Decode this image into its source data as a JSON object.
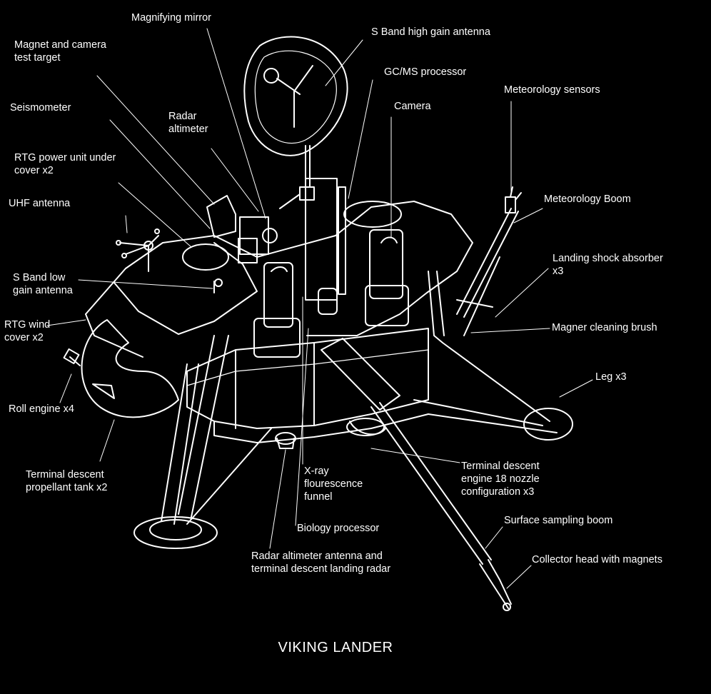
{
  "title": "VIKING LANDER",
  "labels": {
    "magnifying_mirror": "Magnifying mirror",
    "magnet_target": "Magnet and camera\ntest target",
    "s_band_high_gain": "S Band high gain antenna",
    "gcms_processor": "GC/MS processor",
    "seismometer": "Seismometer",
    "radar_altimeter": "Radar\naltimeter",
    "camera": "Camera",
    "meteorology_sensors": "Meteorology sensors",
    "rtg_power_unit": "RTG power unit under\ncover x2",
    "uhf_antenna": "UHF antenna",
    "meteorology_boom": "Meteorology Boom",
    "landing_shock_absorber": "Landing shock absorber\nx3",
    "s_band_low_gain": "S Band low\ngain antenna",
    "rtg_wind_cover": "RTG wind\ncover x2",
    "magnet_cleaning_brush": "Magner cleaning brush",
    "leg": "Leg x3",
    "roll_engine": "Roll engine x4",
    "terminal_descent_tank": "Terminal descent\npropellant tank x2",
    "terminal_descent_engine": "Terminal descent\nengine 18 nozzle\nconfiguration x3",
    "xray_funnel": "X-ray\nflourescence\nfunnel",
    "surface_sampling_boom": "Surface sampling boom",
    "biology_processor": "Biology processor",
    "collector_head": "Collector head with magnets",
    "radar_antenna": "Radar altimeter antenna and\nterminal descent landing radar"
  },
  "colors": {
    "background": "#000000",
    "ink": "#ffffff"
  }
}
